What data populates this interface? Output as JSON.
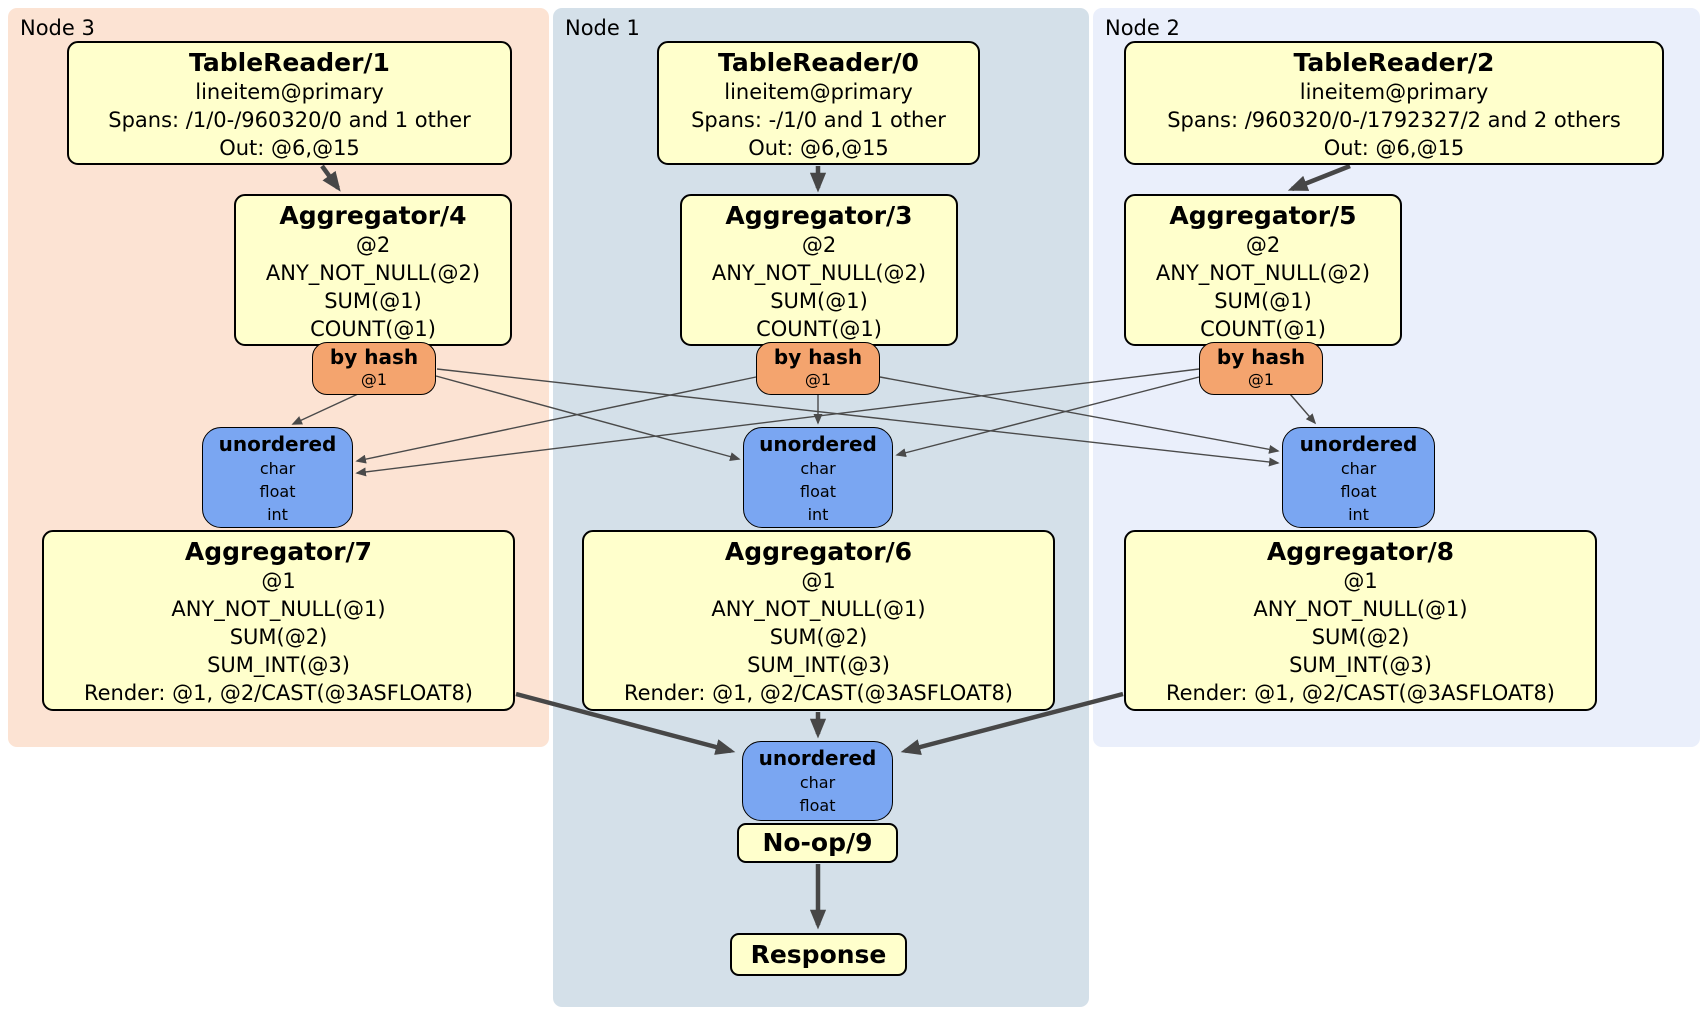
{
  "groups": {
    "node3": {
      "label": "Node 3"
    },
    "node1": {
      "label": "Node 1"
    },
    "node2": {
      "label": "Node 2"
    }
  },
  "processors": {
    "tr1": {
      "title": "TableReader/1",
      "lines": [
        "lineitem@primary",
        "Spans: /1/0-/960320/0 and 1 other",
        "Out: @6,@15"
      ]
    },
    "tr0": {
      "title": "TableReader/0",
      "lines": [
        "lineitem@primary",
        "Spans: -/1/0 and 1 other",
        "Out: @6,@15"
      ]
    },
    "tr2": {
      "title": "TableReader/2",
      "lines": [
        "lineitem@primary",
        "Spans: /960320/0-/1792327/2 and 2 others",
        "Out: @6,@15"
      ]
    },
    "agg4": {
      "title": "Aggregator/4",
      "lines": [
        "@2",
        "ANY_NOT_NULL(@2)",
        "SUM(@1)",
        "COUNT(@1)"
      ]
    },
    "agg3": {
      "title": "Aggregator/3",
      "lines": [
        "@2",
        "ANY_NOT_NULL(@2)",
        "SUM(@1)",
        "COUNT(@1)"
      ]
    },
    "agg5": {
      "title": "Aggregator/5",
      "lines": [
        "@2",
        "ANY_NOT_NULL(@2)",
        "SUM(@1)",
        "COUNT(@1)"
      ]
    },
    "agg7": {
      "title": "Aggregator/7",
      "lines": [
        "@1",
        "ANY_NOT_NULL(@1)",
        "SUM(@2)",
        "SUM_INT(@3)",
        "Render: @1, @2/CAST(@3ASFLOAT8)"
      ]
    },
    "agg6": {
      "title": "Aggregator/6",
      "lines": [
        "@1",
        "ANY_NOT_NULL(@1)",
        "SUM(@2)",
        "SUM_INT(@3)",
        "Render: @1, @2/CAST(@3ASFLOAT8)"
      ]
    },
    "agg8": {
      "title": "Aggregator/8",
      "lines": [
        "@1",
        "ANY_NOT_NULL(@1)",
        "SUM(@2)",
        "SUM_INT(@3)",
        "Render: @1, @2/CAST(@3ASFLOAT8)"
      ]
    },
    "noop": {
      "title": "No-op/9"
    },
    "response": {
      "title": "Response"
    }
  },
  "routers": {
    "hash3": {
      "title": "by hash",
      "key": "@1"
    },
    "hash1": {
      "title": "by hash",
      "key": "@1"
    },
    "hash2": {
      "title": "by hash",
      "key": "@1"
    }
  },
  "syncs": {
    "sync3": {
      "title": "unordered",
      "streams": [
        "char",
        "float",
        "int"
      ]
    },
    "sync1": {
      "title": "unordered",
      "streams": [
        "char",
        "float",
        "int"
      ]
    },
    "sync2": {
      "title": "unordered",
      "streams": [
        "char",
        "float",
        "int"
      ]
    },
    "syncOut": {
      "title": "unordered",
      "streams": [
        "char",
        "float"
      ]
    }
  },
  "colors": {
    "processor_fill": "#ffffcc",
    "router_fill": "#f4a46e",
    "sync_fill": "#7aa6f2",
    "node3_bg": "#fce3d3",
    "node1_bg": "#d4e0e9",
    "node2_bg": "#eaeffb",
    "edge": "#474747"
  }
}
